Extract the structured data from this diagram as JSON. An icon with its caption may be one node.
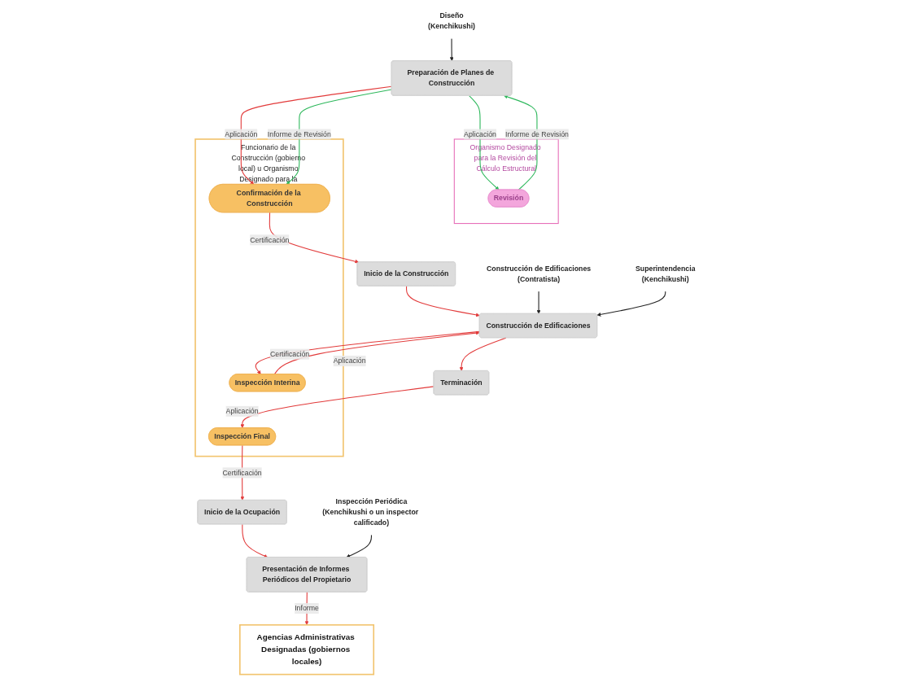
{
  "diagram": {
    "nodes": [
      {
        "text": [
          "Diseño",
          "(Kenchikushi)"
        ]
      },
      {
        "text": [
          "Organismo Designado para la Revisión del Cálculo Estructural"
        ]
      },
      {
        "text": [
          "Revisión"
        ],
        "in": 1
      },
      {
        "text": [
          "Preparación de Planes de Construcción"
        ]
      },
      {
        "text": [
          "Funcionario de la Construcción (gobierno local) u Organismo Designado para la Confirmación e Inspección"
        ]
      },
      {
        "text": [
          "Confirmación de la Construcción"
        ],
        "in": 4
      },
      {
        "text": [
          "Inspección Interina"
        ],
        "in": 4
      },
      {
        "text": [
          "Inspección Final"
        ],
        "in": 4
      },
      {
        "text": [
          "Inicio de la Construcción"
        ]
      },
      {
        "text": [
          "Construcción de Edificaciones",
          "(Contratista)"
        ]
      },
      {
        "text": [
          "Construcción de Edificaciones"
        ]
      },
      {
        "text": [
          "Superintendencia",
          "(Kenchikushi)"
        ]
      },
      {
        "text": [
          "Terminación"
        ]
      },
      {
        "text": [
          "Inicio de la Ocupación"
        ]
      },
      {
        "text": [
          "Inspección Periódica",
          "(Kenchikushi o un inspector calificado)"
        ]
      },
      {
        "text": [
          "Presentación de Informes Periódicos del Propietario"
        ]
      },
      {
        "text": [
          "Agencias Administrativas Designadas (gobiernos locales)"
        ]
      }
    ],
    "edges": [
      {
        "from": 0,
        "to": 3,
        "arrow": "to",
        "color": "#222222"
      },
      {
        "from": 3,
        "to": 2,
        "arrow": "to",
        "label": "Aplicación",
        "color": "#2eb85c"
      },
      {
        "from": 2,
        "to": 3,
        "arrow": "to",
        "label": "Informe de Revisión",
        "color": "#2eb85c"
      },
      {
        "from": 3,
        "to": 5,
        "arrow": "to",
        "label": "Aplicación"
      },
      {
        "from": 3,
        "to": 5,
        "arrow": "to",
        "label": "Informe de Revisión",
        "color": "#2eb85c"
      },
      {
        "from": 5,
        "to": 8,
        "arrow": "to",
        "label": "Certificación"
      },
      {
        "from": 8,
        "to": 10,
        "arrow": "to"
      },
      {
        "from": 9,
        "to": 10,
        "arrow": "to",
        "color": "#222222"
      },
      {
        "from": 11,
        "to": 10,
        "arrow": "to",
        "color": "#222222"
      },
      {
        "from": 10,
        "to": 6,
        "arrow": "to",
        "label": "Aplicación"
      },
      {
        "from": 6,
        "to": 10,
        "arrow": "to",
        "label": "Certificación"
      },
      {
        "from": 10,
        "to": 12,
        "arrow": "to"
      },
      {
        "from": 12,
        "to": 7,
        "arrow": "to",
        "label": "Aplicación"
      },
      {
        "from": 7,
        "to": 13,
        "arrow": "to",
        "label": "Certificación"
      },
      {
        "from": 13,
        "to": 15,
        "arrow": "to"
      },
      {
        "from": 14,
        "to": 15,
        "arrow": "to",
        "color": "#222222"
      },
      {
        "from": 15,
        "to": 16,
        "arrow": "to",
        "label": "Informe"
      }
    ]
  }
}
